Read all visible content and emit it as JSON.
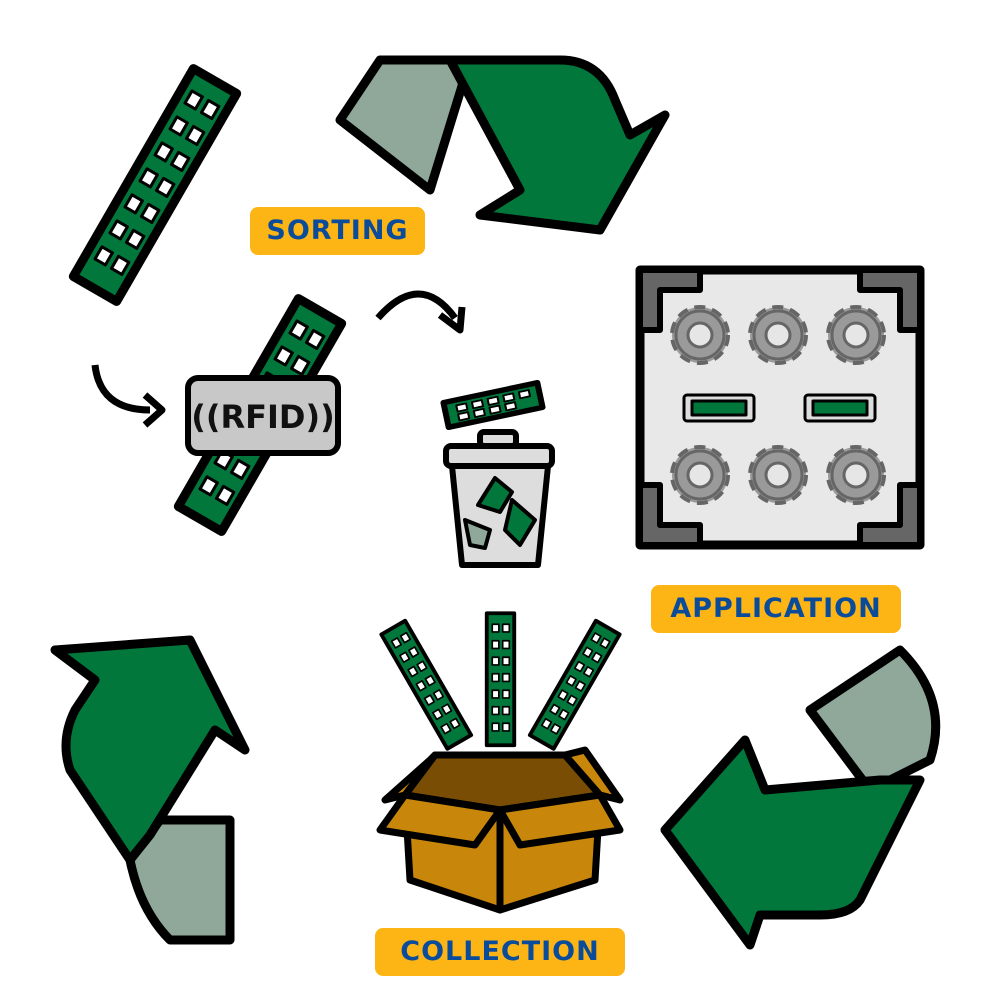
{
  "labels": {
    "sorting": "SORTING",
    "application": "APPLICATION",
    "collection": "COLLECTION",
    "rfid": "((RFID))"
  },
  "colors": {
    "green": "#02773C",
    "gray_green": "#8FA89A",
    "label_bg": "#FDB515",
    "label_text": "#0B4C9A",
    "box": "#C8860A"
  }
}
